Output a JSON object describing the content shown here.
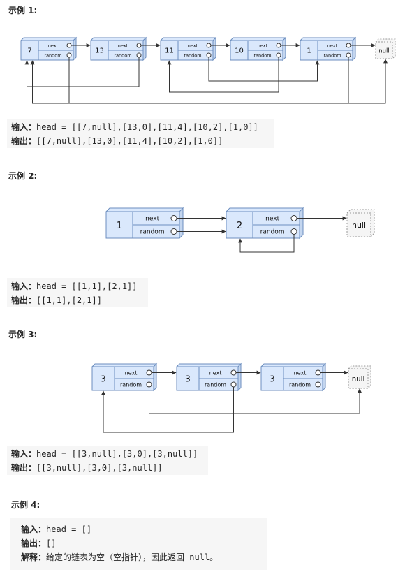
{
  "examples": [
    {
      "title": "示例 1:",
      "input_label": "输入：",
      "input_value": "head = [[7,null],[13,0],[11,4],[10,2],[1,0]]",
      "output_label": "输出：",
      "output_value": "[[7,null],[13,0],[11,4],[10,2],[1,0]]",
      "nodes": [
        "7",
        "13",
        "11",
        "10",
        "1"
      ],
      "random_targets": [
        null,
        0,
        4,
        2,
        0
      ]
    },
    {
      "title": "示例 2:",
      "input_label": "输入：",
      "input_value": "head = [[1,1],[2,1]]",
      "output_label": "输出：",
      "output_value": "[[1,1],[2,1]]",
      "nodes": [
        "1",
        "2"
      ],
      "random_targets": [
        1,
        1
      ]
    },
    {
      "title": "示例 3:",
      "input_label": "输入：",
      "input_value": "head = [[3,null],[3,0],[3,null]]",
      "output_label": "输出：",
      "output_value": "[[3,null],[3,0],[3,null]]",
      "nodes": [
        "3",
        "3",
        "3"
      ],
      "random_targets": [
        null,
        0,
        null
      ]
    },
    {
      "title": "示例 4:",
      "input_label": "输入：",
      "input_value": "head = []",
      "output_label": "输出：",
      "output_value": "[]",
      "explain_label": "解释：",
      "explain_value": "给定的链表为空（空指针），因此返回 null。"
    }
  ],
  "node_fields": {
    "next": "next",
    "random": "random"
  },
  "null_label": "null",
  "colors": {
    "node_fill": "#dae8fc",
    "node_stroke": "#6c8ebf",
    "null_fill": "#f5f5f5",
    "null_stroke": "#999999",
    "arrow": "#333333",
    "code_bg": "#f6f6f6"
  }
}
